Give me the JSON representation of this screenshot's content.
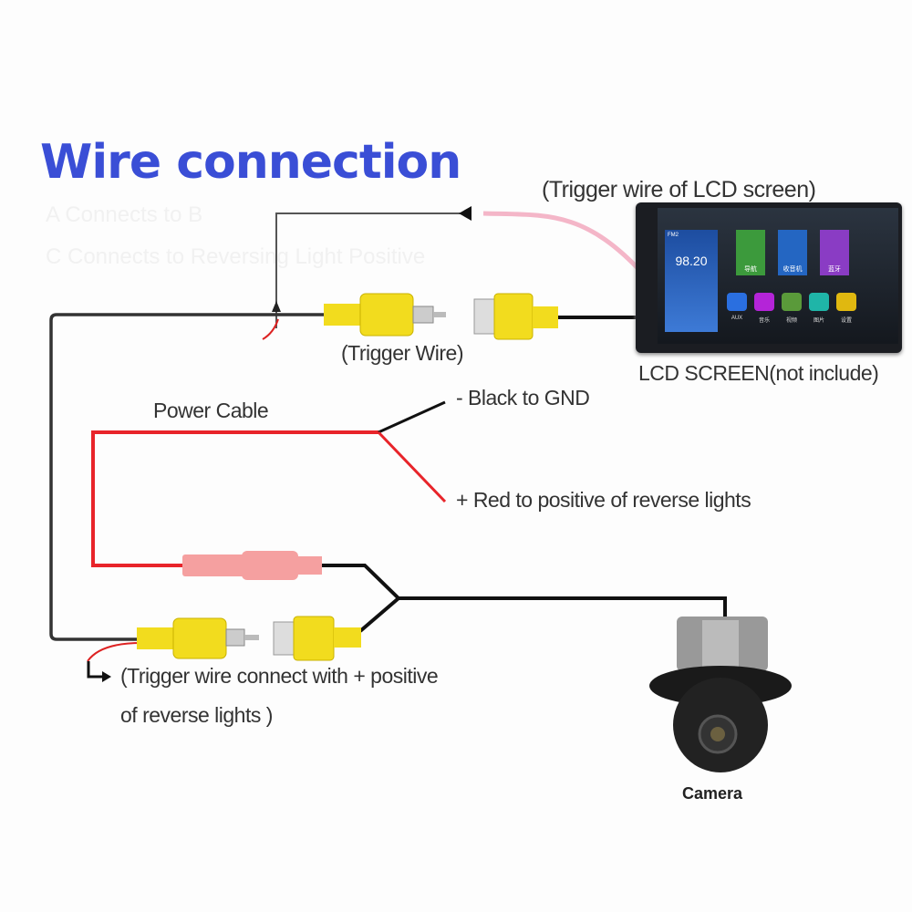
{
  "title": "Wire connection",
  "faint_notes": [
    "A Connects to B",
    "C Connects to Reversing Light Positive"
  ],
  "labels": {
    "lcd_trigger": "(Trigger wire of LCD screen)",
    "trigger_wire": "(Trigger Wire)",
    "lcd_screen": "LCD SCREEN(not include)",
    "power_cable": "Power Cable",
    "black_gnd": "- Black to GND",
    "red_positive": "+ Red to positive of reverse lights",
    "trigger_connect_1": "(Trigger wire connect with + positive",
    "trigger_connect_2": "of reverse lights )",
    "camera": "Camera"
  },
  "screen": {
    "radio_band": "FM2",
    "radio_freq": "98.20",
    "apps": [
      "导航",
      "收音机",
      "蓝牙"
    ],
    "icons": [
      "AUX",
      "音乐",
      "视频",
      "图片",
      "设置"
    ]
  },
  "colors": {
    "title": "#3a4ed6",
    "connector_yellow": "#f2dc1e",
    "power_red": "#e8242a",
    "pink_wire": "#f4b6c8"
  }
}
